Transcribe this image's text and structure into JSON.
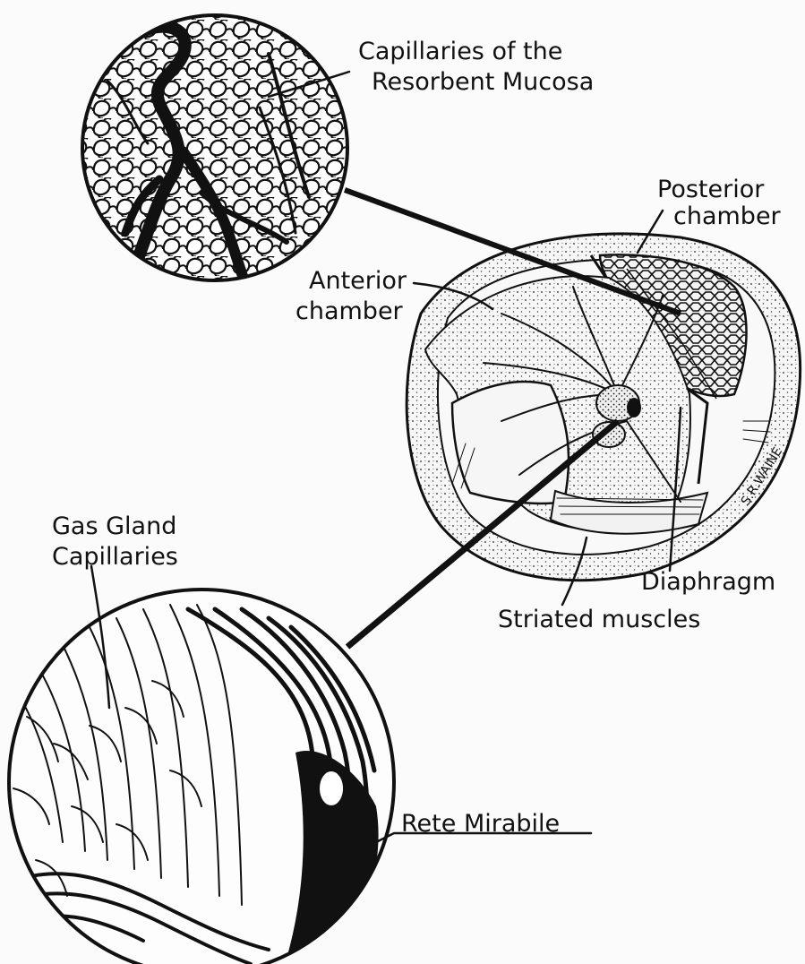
{
  "labels": {
    "capillaries_line1": "Capillaries of the",
    "capillaries_line2": "Resorbent Mucosa",
    "posterior_line1": "Posterior",
    "posterior_line2": "chamber",
    "anterior_line1": "Anterior",
    "anterior_line2": "chamber",
    "gas_gland_line1": "Gas Gland",
    "gas_gland_line2": "Capillaries",
    "diaphragm": "Diaphragm",
    "striated_muscles": "Striated muscles",
    "rete_mirabile": "Rete Mirabile"
  },
  "signature": "S.R.WAINE"
}
